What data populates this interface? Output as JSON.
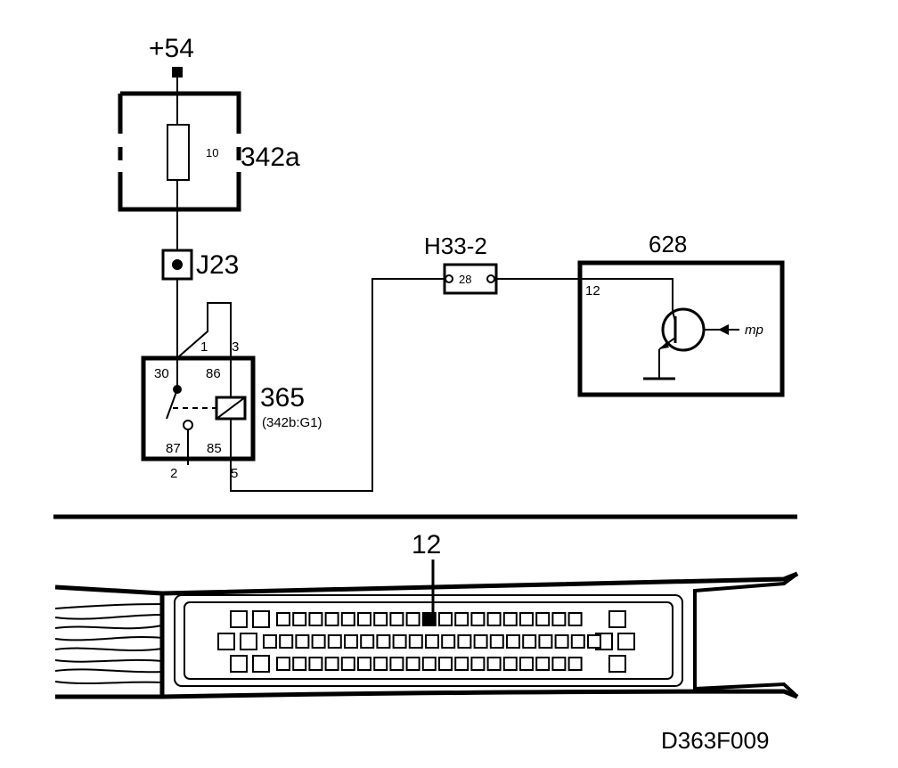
{
  "supply": {
    "label": "+54"
  },
  "fuse_box": {
    "id": "342a",
    "fuse_number": "10"
  },
  "junction": {
    "id": "J23"
  },
  "relay": {
    "id": "365",
    "location": "(342b:G1)",
    "pins": {
      "p30": "30",
      "p86": "86",
      "p87": "87",
      "p85": "85"
    },
    "wire_pins": {
      "w1": "1",
      "w3": "3",
      "w2": "2",
      "w5": "5"
    }
  },
  "connector": {
    "id": "H33-2",
    "pin": "28"
  },
  "control_module": {
    "id": "628",
    "pin": "12",
    "signal_label": "mp"
  },
  "ecu_connector": {
    "callout_pin": "12"
  },
  "figure_code": "D363F009"
}
